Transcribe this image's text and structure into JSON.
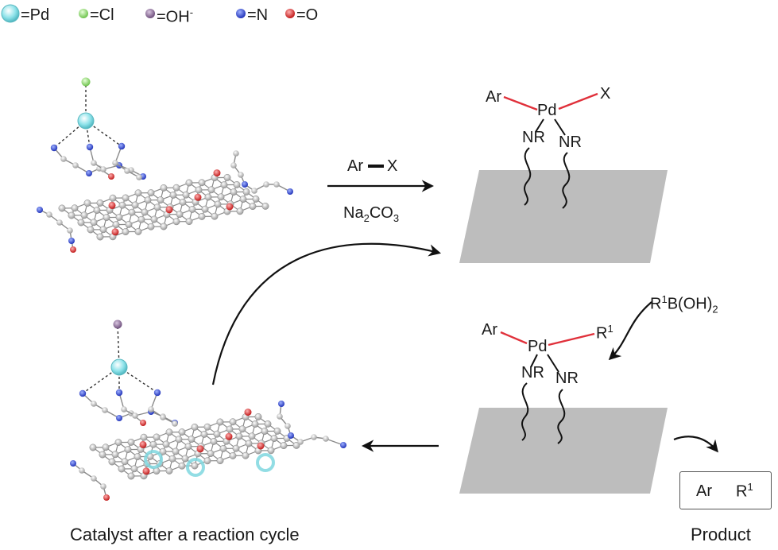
{
  "legend": {
    "pd": "=Pd",
    "cl": "=Cl",
    "oh": "=OH",
    "oh_sup": "-",
    "n": "=N",
    "o": "=O"
  },
  "colors": {
    "pd": "#8fe3ea",
    "cl": "#9fe08a",
    "oh": "#8a6e96",
    "n": "#2f4fd6",
    "o": "#e23a3a",
    "carbon": "#c8c8c8",
    "bond_red": "#e0303a",
    "surface": "#bdbdbd"
  },
  "reagents": {
    "ar": "Ar",
    "x": "X",
    "base_main": "Na",
    "base_sub1": "2",
    "base_mid": "CO",
    "base_sub2": "3",
    "boronic_main": "R",
    "boronic_sup": "1",
    "boronic_rest": "B(OH)",
    "boronic_sub": "2"
  },
  "complex_top": {
    "ar": "Ar",
    "pd": "Pd",
    "x": "X",
    "nr1": "NR",
    "nr2": "NR"
  },
  "complex_bottom": {
    "ar": "Ar",
    "pd": "Pd",
    "r": "R",
    "r_sup": "1",
    "nr1": "NR",
    "nr2": "NR"
  },
  "product": {
    "ar": "Ar",
    "r": "R",
    "r_sup": "1",
    "caption": "Product"
  },
  "captions": {
    "catalyst_after": "Catalyst after a reaction cycle"
  }
}
